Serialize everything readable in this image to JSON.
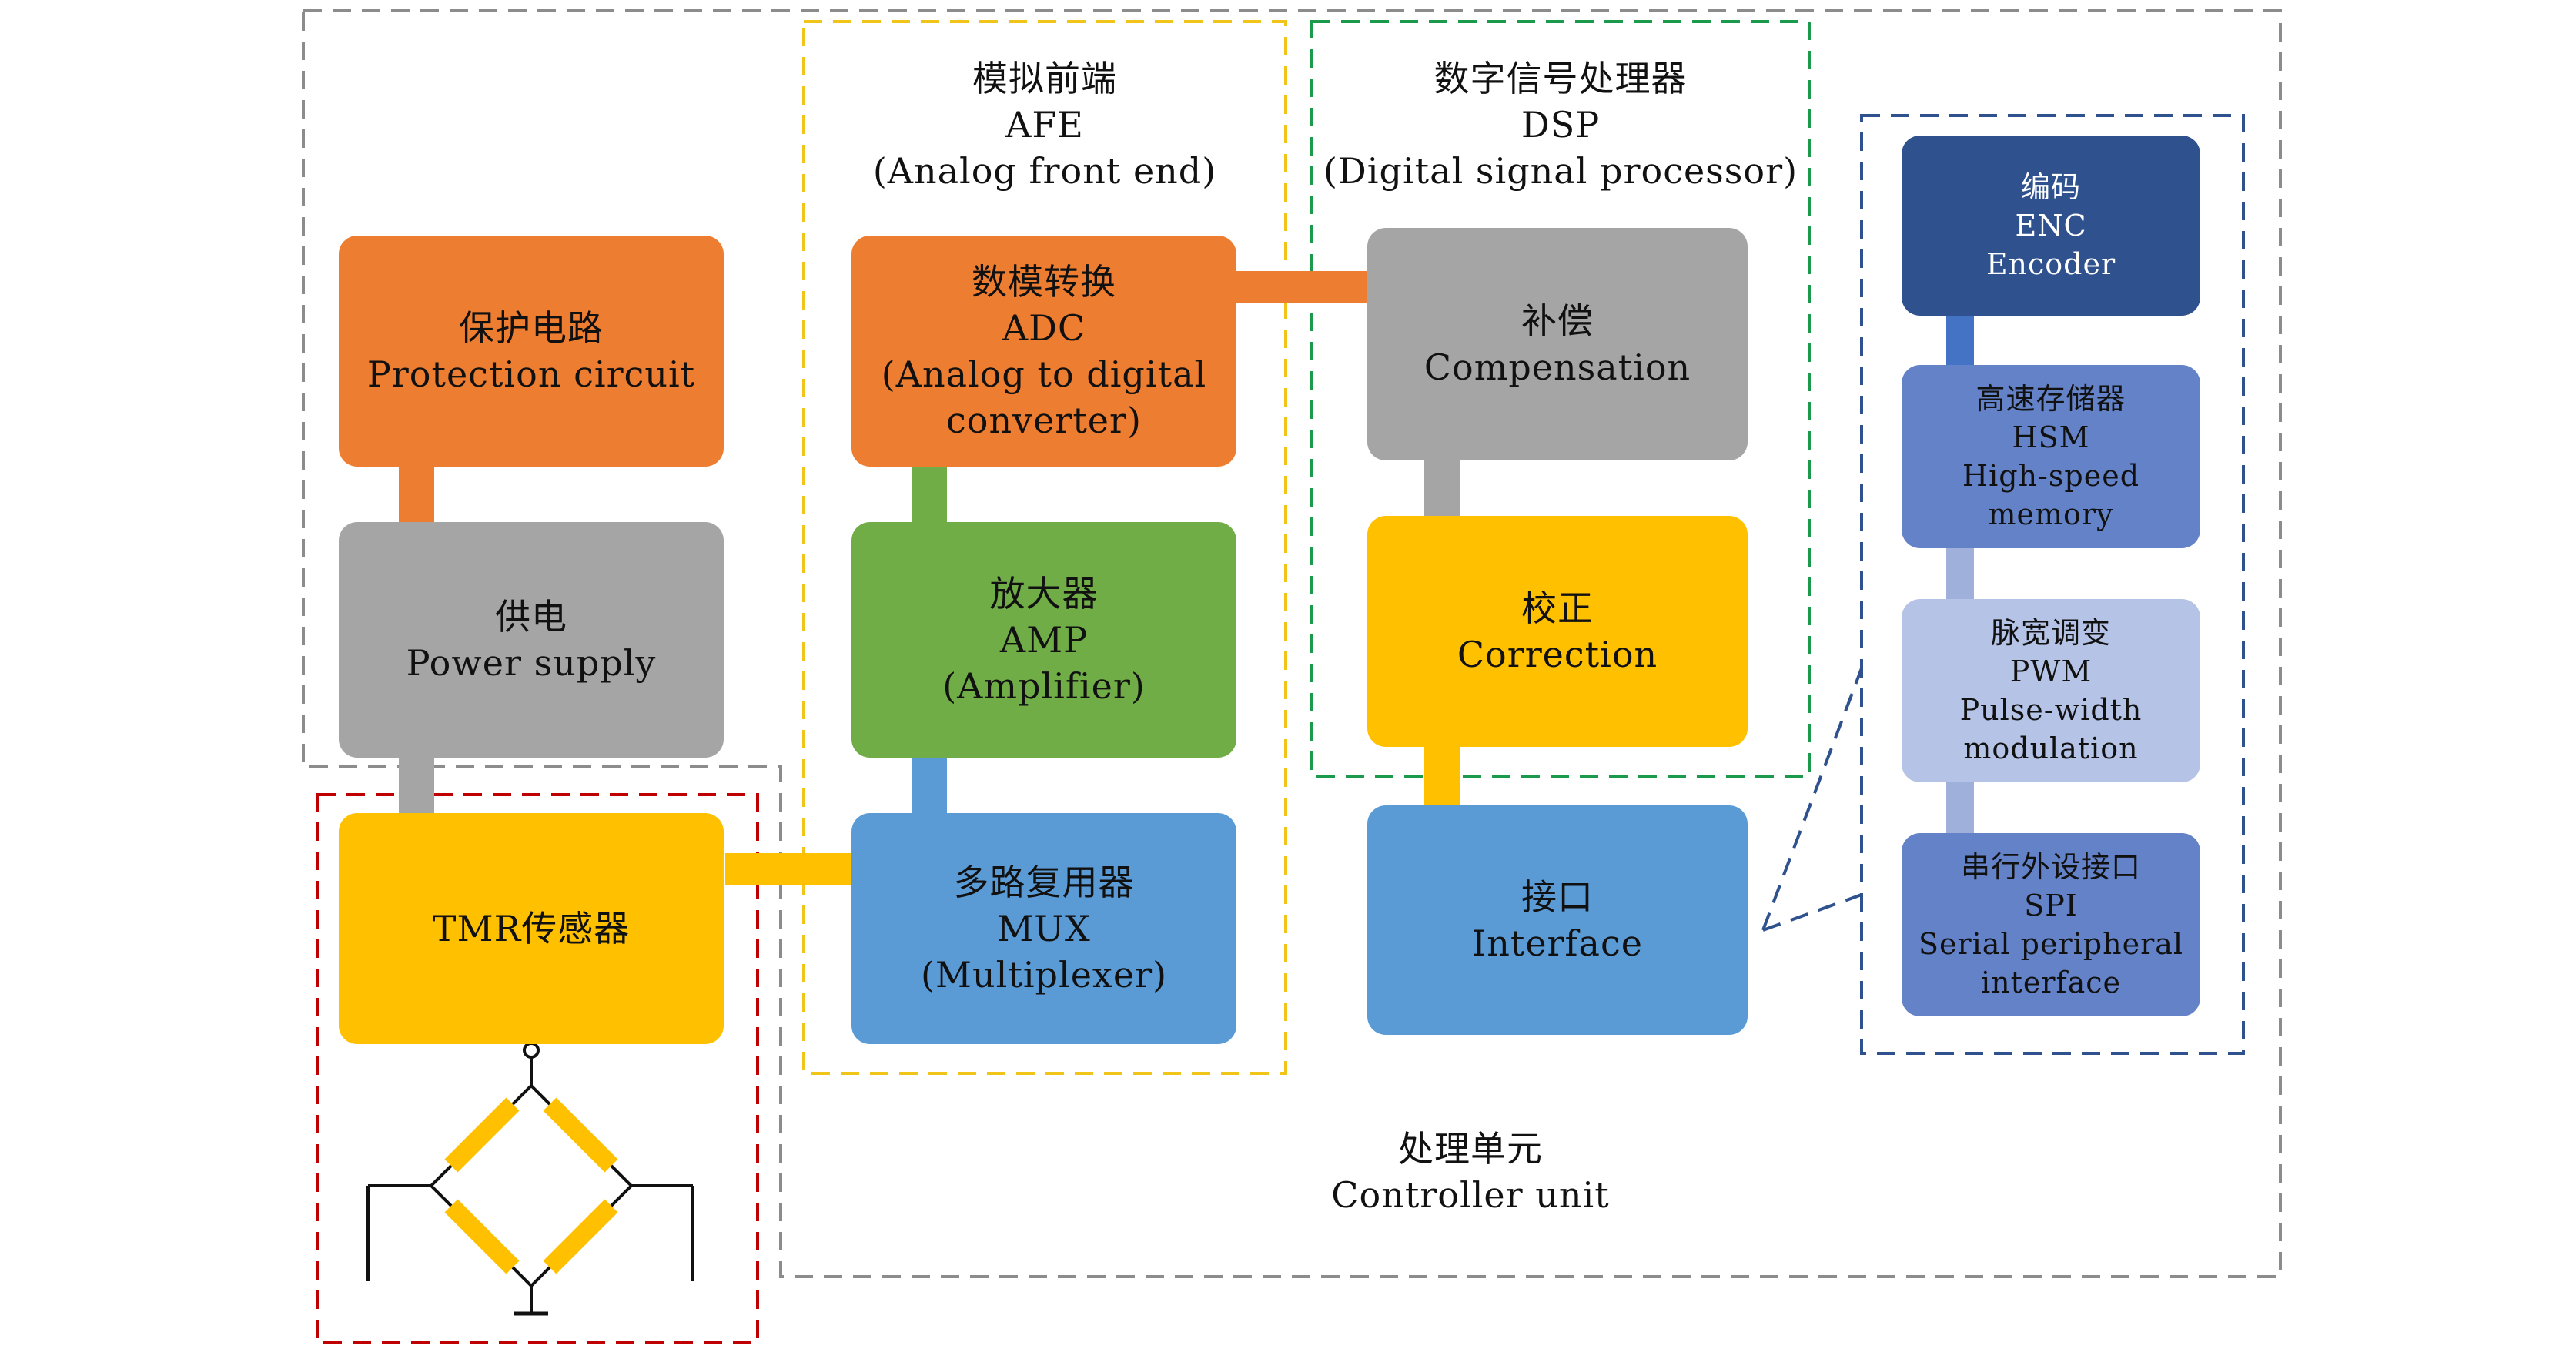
{
  "groups": {
    "afe": {
      "line1": "模拟前端",
      "line2": "AFE",
      "line3": "(Analog front end)",
      "color": "#f0c419"
    },
    "dsp": {
      "line1": "数字信号处理器",
      "line2": "DSP",
      "line3": "(Digital signal processor)",
      "color": "#1a9a4a"
    },
    "controller": {
      "line1": "处理单元",
      "line2": "Controller unit",
      "color": "#8c8c8c"
    },
    "sensor": {
      "color": "#c00000"
    },
    "interface_detail": {
      "color": "#2f528f"
    }
  },
  "blocks": {
    "protection": {
      "zh": "保护电路",
      "en": "Protection circuit"
    },
    "power": {
      "zh": "供电",
      "en": "Power supply"
    },
    "tmr": {
      "label": "TMR传感器"
    },
    "adc": {
      "zh": "数模转换",
      "abbr": "ADC",
      "en1": "(Analog to digital",
      "en2": "converter)"
    },
    "amp": {
      "zh": "放大器",
      "abbr": "AMP",
      "en": "(Amplifier)"
    },
    "mux": {
      "zh": "多路复用器",
      "abbr": "MUX",
      "en": "(Multiplexer)"
    },
    "compensation": {
      "zh": "补偿",
      "en": "Compensation"
    },
    "correction": {
      "zh": "校正",
      "en": "Correction"
    },
    "interface": {
      "zh": "接口",
      "en": "Interface"
    },
    "enc": {
      "zh": "编码",
      "abbr": "ENC",
      "en": "Encoder"
    },
    "hsm": {
      "zh": "高速存储器",
      "abbr": "HSM",
      "en1": "High-speed",
      "en2": "memory"
    },
    "pwm": {
      "zh": "脉宽调变",
      "abbr": "PWM",
      "en1": "Pulse-width",
      "en2": "modulation"
    },
    "spi": {
      "zh": "串行外设接口",
      "abbr": "SPI",
      "en1": "Serial peripheral",
      "en2": "interface"
    }
  },
  "colors": {
    "orange": "#ed7d31",
    "gray": "#a5a5a5",
    "gold": "#ffc000",
    "green": "#70ad47",
    "blue": "#5b9bd5",
    "navy": "#2f528f",
    "medium_blue": "#6482c8",
    "light_blue": "#b4c3e6",
    "connector_blue": "#4472c4",
    "connector_light": "#9fb0da",
    "wire": "#111111"
  }
}
